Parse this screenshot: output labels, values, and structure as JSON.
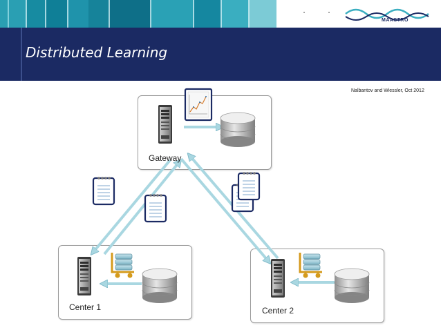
{
  "header": {
    "title": "Distributed Learning",
    "logo_text": "MAASTRO",
    "stripe_colors": [
      "#2a9fb3",
      "#178ba1",
      "#0f7f97",
      "#1f93ab",
      "#0e6f88",
      "#42b2c4"
    ],
    "title_bar_color": "#1b2a63"
  },
  "citation": "Nalbantov and Wiessler, Oct 2012",
  "nodes": {
    "gateway": {
      "label": "Gateway"
    },
    "center1": {
      "label": "Center 1"
    },
    "center2": {
      "label": "Center 2"
    }
  },
  "colors": {
    "arrow": "#a9d7e1",
    "arrow_edge": "#7fb9c8",
    "box_border": "#9a9a9a",
    "notepad_border": "#1b2a63"
  },
  "icons": [
    "server-icon",
    "database-icon",
    "chart-document-icon",
    "notepad-icon",
    "cart-icon"
  ]
}
